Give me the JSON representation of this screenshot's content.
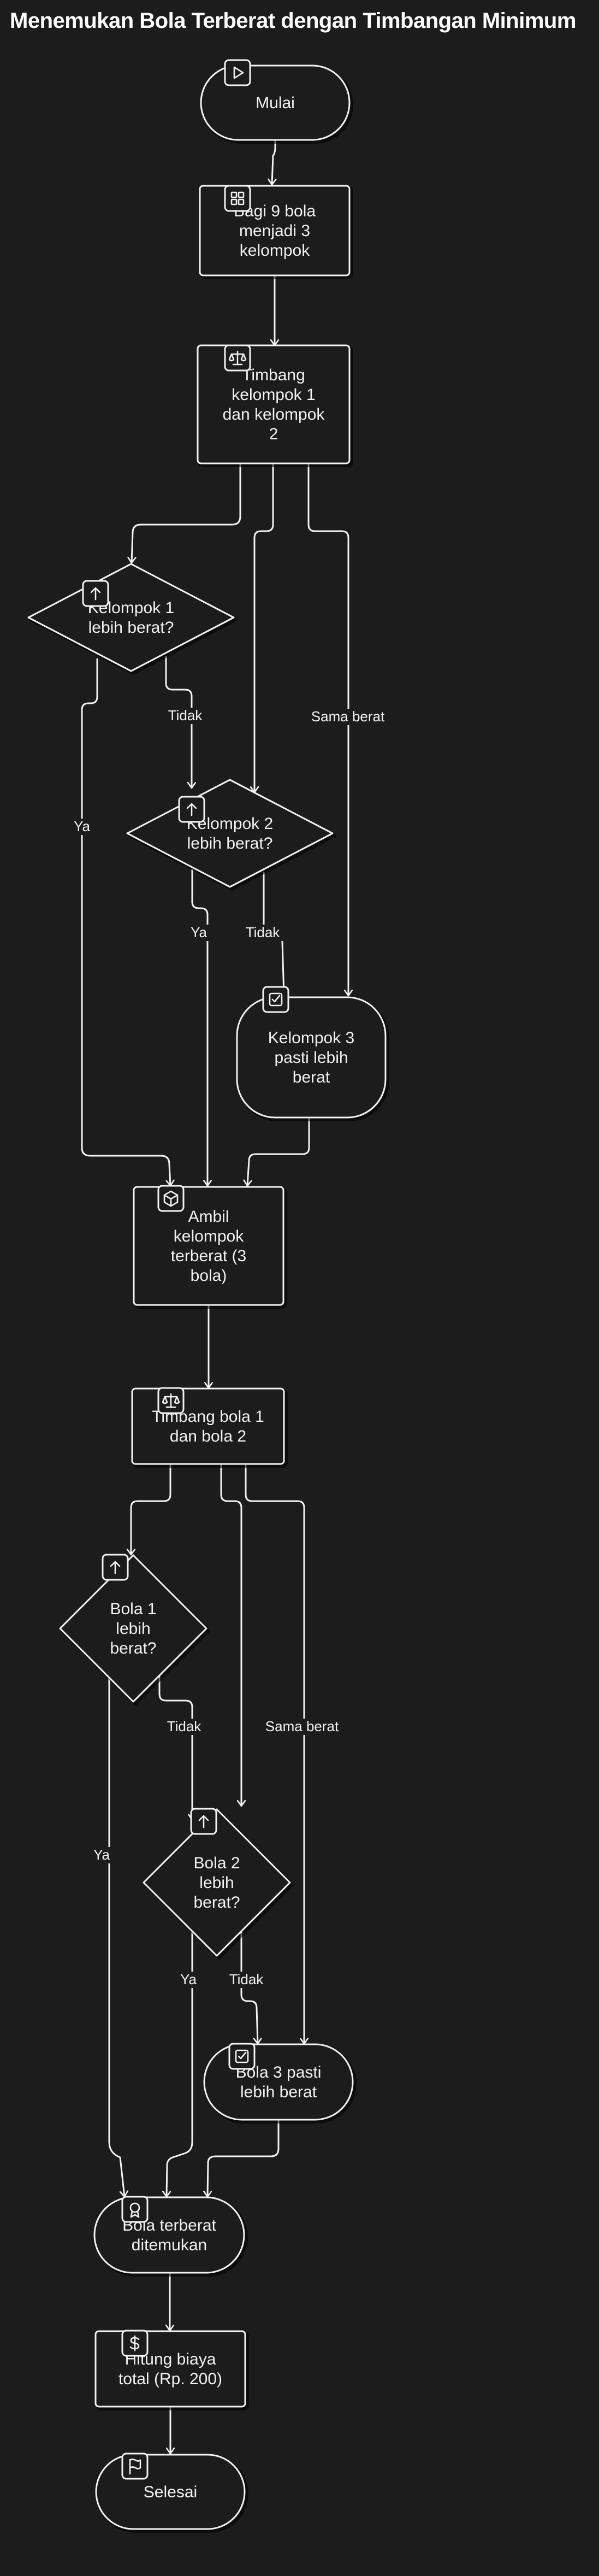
{
  "diagram": {
    "title": "Menemukan Bola Terberat dengan Timbangan Minimum",
    "nodes": {
      "start": {
        "label": "Mulai",
        "icon": "play-icon"
      },
      "split": {
        "label": [
          "Bagi 9 bola",
          "menjadi 3",
          "kelompok"
        ],
        "icon": "grid-icon"
      },
      "weigh_groups": {
        "label": [
          "Timbang",
          "kelompok 1",
          "dan kelompok",
          "2"
        ],
        "icon": "scale-icon"
      },
      "g1_heavier": {
        "label": [
          "Kelompok 1",
          "lebih berat?"
        ],
        "icon": "arrow-up-icon"
      },
      "g2_heavier": {
        "label": [
          "Kelompok 2",
          "lebih berat?"
        ],
        "icon": "arrow-up-icon"
      },
      "g3_heavier": {
        "label": [
          "Kelompok 3",
          "pasti lebih",
          "berat"
        ],
        "icon": "check-icon"
      },
      "take_group": {
        "label": [
          "Ambil",
          "kelompok",
          "terberat (3",
          "bola)"
        ],
        "icon": "box-icon"
      },
      "weigh_balls": {
        "label": [
          "Timbang bola 1",
          "dan bola 2"
        ],
        "icon": "scale-icon"
      },
      "b1_heavier": {
        "label": [
          "Bola 1",
          "lebih",
          "berat?"
        ],
        "icon": "arrow-up-icon"
      },
      "b2_heavier": {
        "label": [
          "Bola 2",
          "lebih",
          "berat?"
        ],
        "icon": "arrow-up-icon"
      },
      "b3_heavier": {
        "label": [
          "Bola 3 pasti",
          "lebih berat"
        ],
        "icon": "check-icon"
      },
      "found": {
        "label": [
          "Bola terberat",
          "ditemukan"
        ],
        "icon": "award-icon"
      },
      "cost": {
        "label": [
          "Hitung biaya",
          "total (Rp. 200)"
        ],
        "icon": "dollar-icon"
      },
      "end": {
        "label": "Selesai",
        "icon": "flag-icon"
      }
    },
    "edge_labels": {
      "g1_ya": "Ya",
      "g1_tidak": "Tidak",
      "groups_sama": "Sama berat",
      "g2_ya": "Ya",
      "g2_tidak": "Tidak",
      "b1_ya": "Ya",
      "b1_tidak": "Tidak",
      "balls_sama": "Sama berat",
      "b2_ya": "Ya",
      "b2_tidak": "Tidak"
    },
    "colors": {
      "background": "#1c1c1c",
      "stroke": "#f2f2f2",
      "text": "#f2f2f2",
      "title": "#ffffff"
    }
  }
}
